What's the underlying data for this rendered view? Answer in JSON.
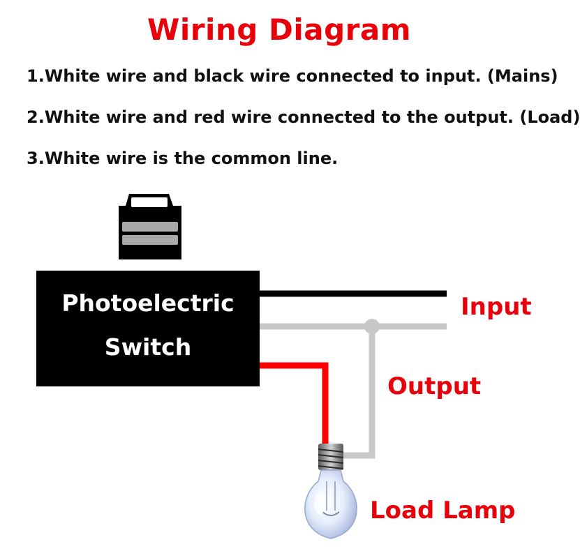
{
  "title": "Wiring Diagram",
  "instructions": [
    "1.White wire and black wire connected to input. (Mains)",
    "2.White wire and red wire connected to the output. (Load)",
    "3.White wire is the common line."
  ],
  "switch": {
    "line1": "Photoelectric",
    "line2": "Switch"
  },
  "labels": {
    "input": "Input",
    "output": "Output",
    "load_lamp": "Load Lamp"
  },
  "colors": {
    "accent_red": "#e8000b",
    "black_wire": "#000000",
    "white_wire": "#c8c8c8",
    "red_wire": "#ff0000",
    "switch_body": "#000000"
  }
}
